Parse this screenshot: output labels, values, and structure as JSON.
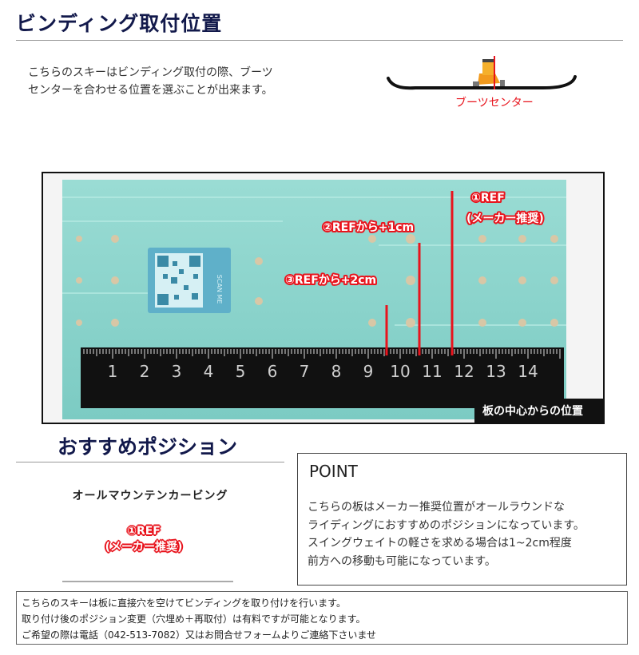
{
  "header": {
    "title": "ビンディング取付位置"
  },
  "intro": {
    "line1": "こちらのスキーはビンディング取付の際、ブーツ",
    "line2": "センターを合わせる位置を選ぶことが出来ます。"
  },
  "diagram": {
    "boot_center_label": "ブーツセンター"
  },
  "photo": {
    "ruler_ticks": [
      "1",
      "2",
      "3",
      "4",
      "5",
      "6",
      "7",
      "8",
      "9",
      "10",
      "11",
      "12",
      "13",
      "14"
    ],
    "qr_label": "SCAN ME",
    "label_ref_line1": "①REF",
    "label_ref_line2": "(メーカー推奨)",
    "label_plus1": "②REFから+1cm",
    "label_plus2": "③REFから+2cm",
    "caption": "板の中心からの位置"
  },
  "recommend": {
    "heading": "おすすめポジション",
    "subheading": "オールマウンテンカービング",
    "ref_line1": "①REF",
    "ref_line2": "(メーカー推奨)"
  },
  "point": {
    "title": "POINT",
    "line1": "こちらの板はメーカー推奨位置がオールラウンドな",
    "line2": "ライディングにおすすめのポジションになっています。",
    "line3": "スイングウェイトの軽さを求める場合は1~2cm程度",
    "line4": "前方への移動も可能になっています。"
  },
  "notice": {
    "line1": "こちらのスキーは板に直接穴を空けてビンディングを取り付けを行います。",
    "line2": "取り付け後のポジション変更（穴埋め＋再取付）は有料ですが可能となります。",
    "line3": "ご希望の際は電話（042-513-7082）又はお問合せフォームよりご連絡下さいませ"
  },
  "colors": {
    "navy": "#12194b",
    "red": "#e8141d",
    "teal": "#8fd3cc"
  }
}
